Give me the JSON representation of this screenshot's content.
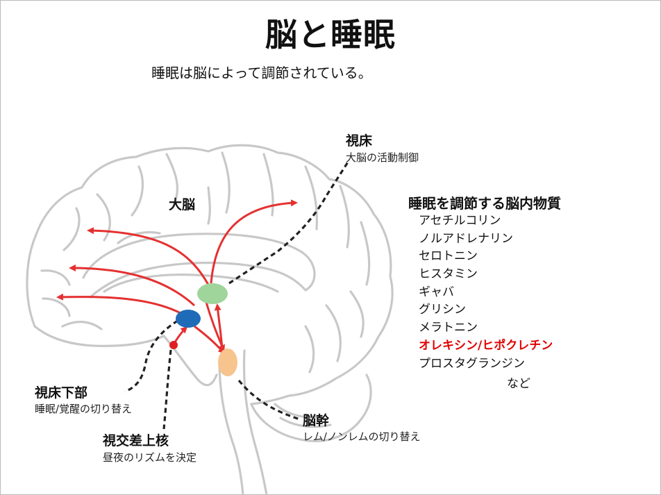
{
  "title": "脳と睡眠",
  "subtitle": "睡眠は脳によって調節されている。",
  "labels": {
    "thalamus": {
      "name": "視床",
      "desc": "大脳の活動制御"
    },
    "cerebrum": {
      "name": "大脳"
    },
    "hypothalamus": {
      "name": "視床下部",
      "desc": "睡眠/覚醒の切り替え"
    },
    "scn": {
      "name": "視交差上核",
      "desc": "昼夜のリズムを決定"
    },
    "brainstem": {
      "name": "脳幹",
      "desc": "レム/ノンレムの切り替え"
    }
  },
  "substances": {
    "heading": "睡眠を調節する脳内物質",
    "items": [
      {
        "name": "アセチルコリン",
        "highlight": false
      },
      {
        "name": "ノルアドレナリン",
        "highlight": false
      },
      {
        "name": "セロトニン",
        "highlight": false
      },
      {
        "name": "ヒスタミン",
        "highlight": false
      },
      {
        "name": "ギャバ",
        "highlight": false
      },
      {
        "name": "グリシン",
        "highlight": false
      },
      {
        "name": "メラトニン",
        "highlight": false
      },
      {
        "name": "オレキシン/ヒポクレチン",
        "highlight": true
      },
      {
        "name": "プロスタグランジン",
        "highlight": false
      }
    ],
    "etc": "など"
  },
  "colors": {
    "arrow": "#e53030",
    "brain_outline": "#c8c8c8",
    "thalamus": "#9fd49b",
    "hypothalamus": "#1f6bb8",
    "scn": "#e02020",
    "brainstem": "#f7c48e",
    "highlight_text": "#e00000"
  }
}
